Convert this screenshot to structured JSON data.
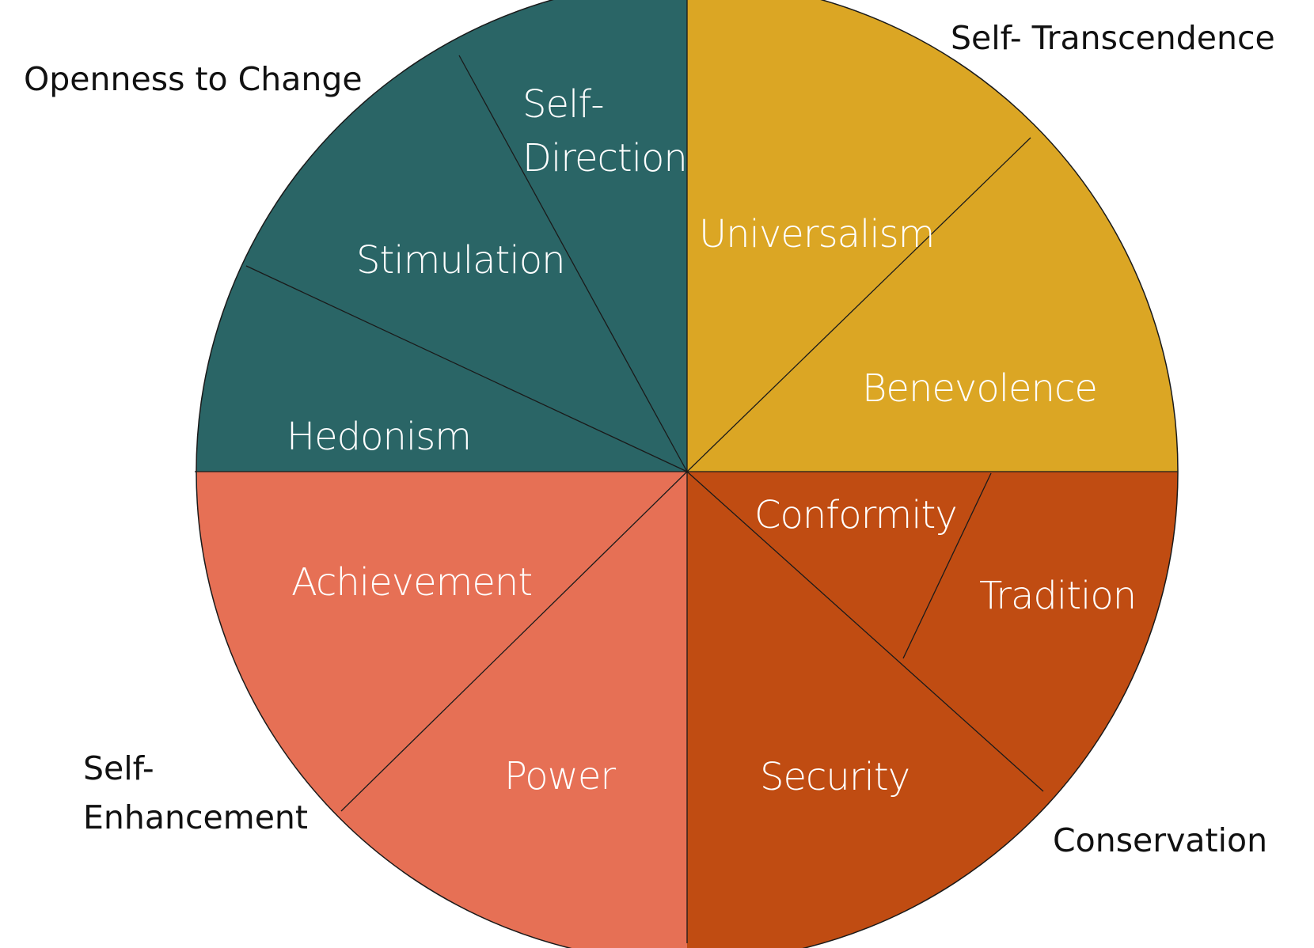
{
  "diagram": {
    "groups": [
      {
        "id": "openness",
        "name": "Openness to Change",
        "lines": [
          "Openness to Change"
        ],
        "color": "#2A6566"
      },
      {
        "id": "self-transcendence",
        "name": "Self- Transcendence",
        "lines": [
          "Self- Transcendence"
        ],
        "color": "#DBA624"
      },
      {
        "id": "self-enhancement",
        "name": "Self- Enhancement",
        "lines": [
          "Self-",
          "Enhancement"
        ],
        "color": "#E67055"
      },
      {
        "id": "conservation",
        "name": "Conservation",
        "lines": [
          "Conservation"
        ],
        "color": "#C04C12"
      }
    ],
    "values": [
      {
        "id": "self-direction",
        "name": "Self- Direction",
        "lines": [
          "Self-",
          "Direction"
        ],
        "group": "openness"
      },
      {
        "id": "stimulation",
        "name": "Stimulation",
        "lines": [
          "Stimulation"
        ],
        "group": "openness"
      },
      {
        "id": "hedonism",
        "name": "Hedonism",
        "lines": [
          "Hedonism"
        ],
        "group": "openness"
      },
      {
        "id": "universalism",
        "name": "Universalism",
        "lines": [
          "Universalism"
        ],
        "group": "self-transcendence"
      },
      {
        "id": "benevolence",
        "name": "Benevolence",
        "lines": [
          "Benevolence"
        ],
        "group": "self-transcendence"
      },
      {
        "id": "conformity",
        "name": "Conformity",
        "lines": [
          "Conformity"
        ],
        "group": "conservation"
      },
      {
        "id": "tradition",
        "name": "Tradition",
        "lines": [
          "Tradition"
        ],
        "group": "conservation"
      },
      {
        "id": "security",
        "name": "Security",
        "lines": [
          "Security"
        ],
        "group": "conservation"
      },
      {
        "id": "achievement",
        "name": "Achievement",
        "lines": [
          "Achievement"
        ],
        "group": "self-enhancement"
      },
      {
        "id": "power",
        "name": "Power",
        "lines": [
          "Power"
        ],
        "group": "self-enhancement"
      }
    ]
  }
}
